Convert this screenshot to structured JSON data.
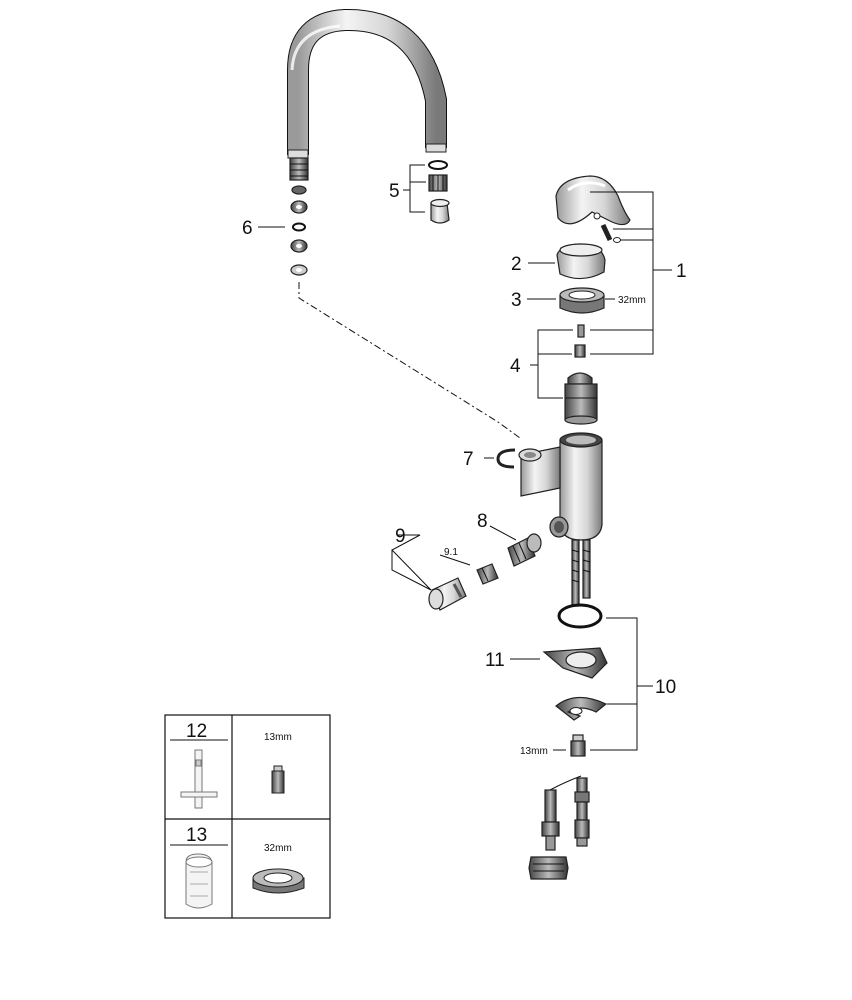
{
  "callouts": {
    "c1": "1",
    "c2": "2",
    "c3": "3",
    "c4": "4",
    "c5": "5",
    "c6": "6",
    "c7": "7",
    "c8": "8",
    "c9": "9",
    "c9_1": "9.1",
    "c10": "10",
    "c11": "11",
    "c12": "12",
    "c13": "13"
  },
  "sizes": {
    "nut_32mm": "32mm",
    "nipple_13mm": "13mm",
    "tool12_13mm": "13mm",
    "tool13_32mm": "32mm"
  },
  "colors": {
    "line": "#111111",
    "metal_light": "#e8e8e8",
    "metal_mid": "#bdbdbd",
    "metal_dark": "#555555"
  }
}
